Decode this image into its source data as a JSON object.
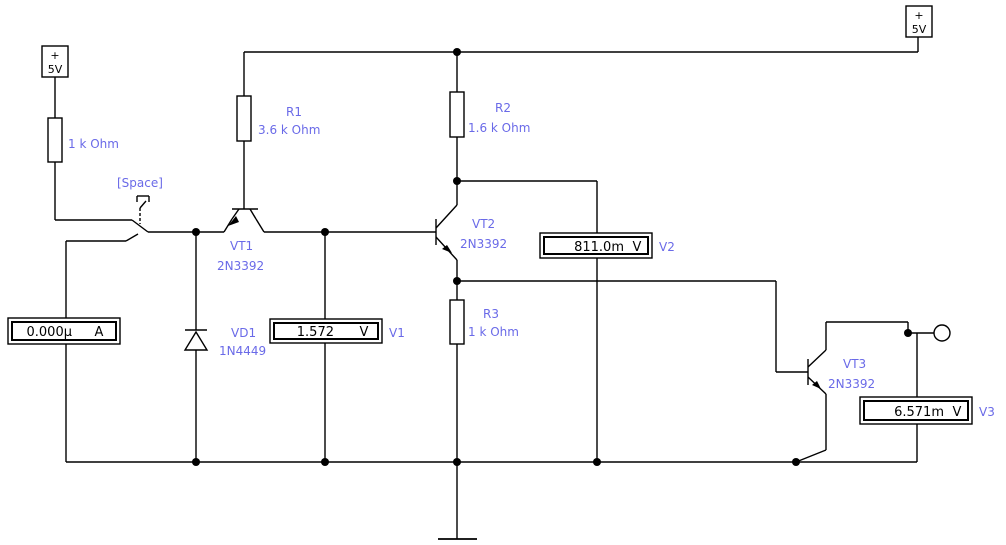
{
  "sources": [
    {
      "id": "src-left",
      "symbol": "+",
      "value": "5V"
    },
    {
      "id": "src-right",
      "symbol": "+",
      "value": "5V"
    }
  ],
  "switch_key": "[Space]",
  "resistors": {
    "r_input": {
      "value": "1 k Ohm"
    },
    "r1": {
      "name": "R1",
      "value": "3.6 k Ohm"
    },
    "r2": {
      "name": "R2",
      "value": "1.6 k Ohm"
    },
    "r3": {
      "name": "R3",
      "value": "1 k Ohm"
    }
  },
  "transistors": {
    "vt1": {
      "name": "VT1",
      "model": "2N3392"
    },
    "vt2": {
      "name": "VT2",
      "model": "2N3392"
    },
    "vt3": {
      "name": "VT3",
      "model": "2N3392"
    }
  },
  "diode": {
    "name": "VD1",
    "model": "1N4449"
  },
  "ammeter": {
    "reading": "0.000µ",
    "unit": "A"
  },
  "voltmeters": {
    "v1": {
      "name": "V1",
      "reading": "1.572",
      "unit": "V"
    },
    "v2": {
      "name": "V2",
      "reading": "811.0m",
      "unit": "V"
    },
    "v3": {
      "name": "V3",
      "reading": "6.571m",
      "unit": "V"
    }
  },
  "colors": {
    "wire": "#000000",
    "label": "#6a6ae8",
    "background": "#ffffff"
  }
}
